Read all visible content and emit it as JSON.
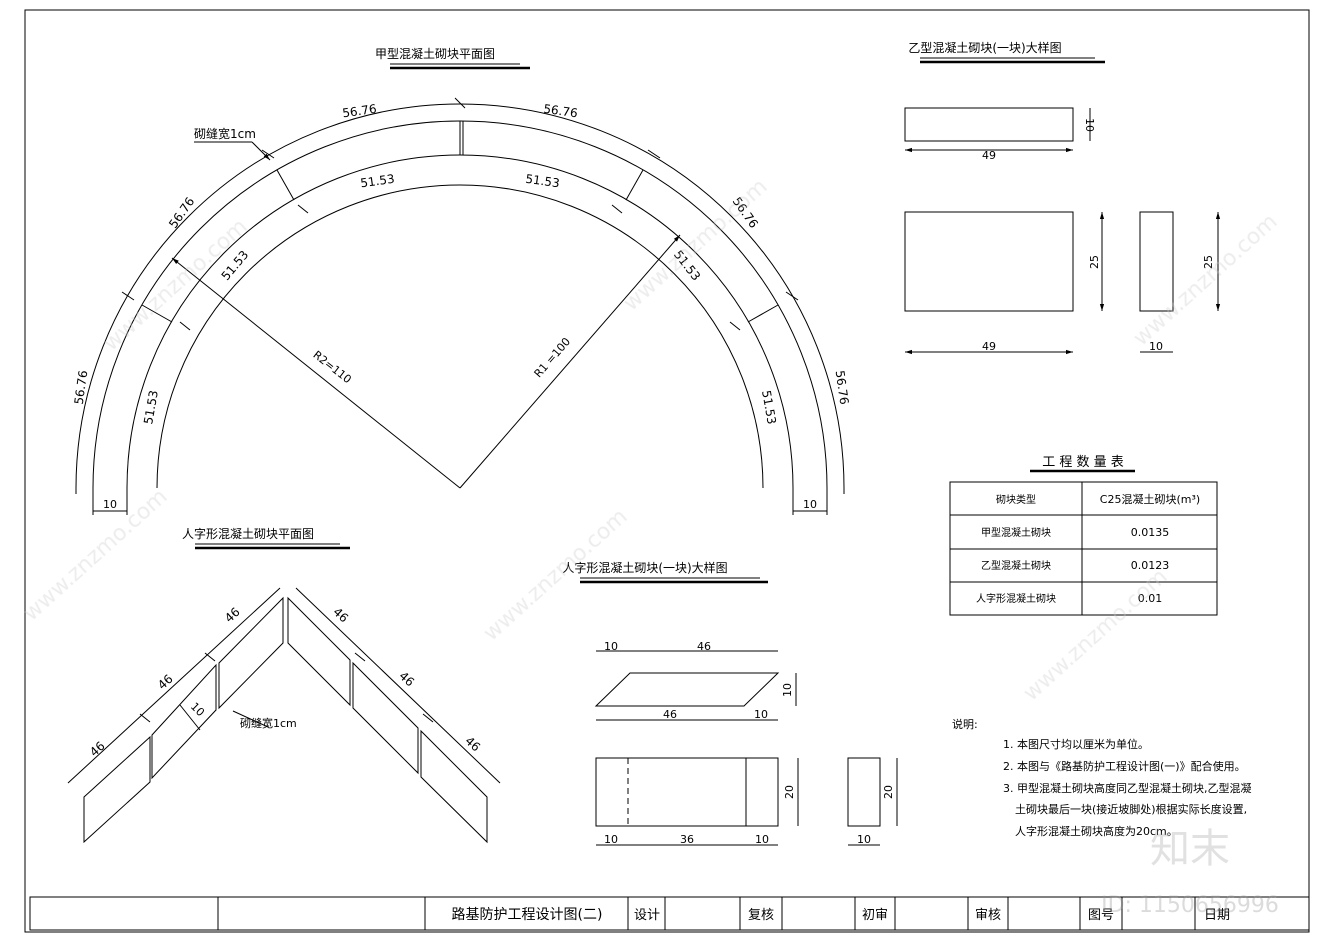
{
  "arch": {
    "title": "甲型混凝土砌块平面图",
    "outer_segment": "56.76",
    "inner_segment": "51.53",
    "r2_label": "R2=110",
    "r1_label": "R1 =100",
    "joint_note": "砌缝宽1cm",
    "width_label": "10"
  },
  "block_b": {
    "title": "乙型混凝土砌块(一块)大样图",
    "top_len": "49",
    "top_h": "10",
    "front_len": "49",
    "front_h": "25",
    "side_h": "25",
    "side_w": "10"
  },
  "chevron": {
    "title": "人字形混凝土砌块平面图",
    "seg": "46",
    "width": "10",
    "joint_note": "砌缝宽1cm"
  },
  "block_c": {
    "title": "人字形混凝土砌块(一块)大样图",
    "top_left": "10",
    "top_right": "46",
    "bottom_mid": "46",
    "bottom_right": "10",
    "height": "10",
    "elev_left": "10",
    "elev_mid": "36",
    "elev_right": "10",
    "elev_h": "20",
    "side_w": "10",
    "side_h": "20"
  },
  "quantity_table": {
    "title": "工 程 数 量 表",
    "col_type": "砌块类型",
    "col_vol": "C25混凝土砌块(m³)",
    "rows": [
      {
        "type": "甲型混凝土砌块",
        "vol": "0.0135"
      },
      {
        "type": "乙型混凝土砌块",
        "vol": "0.0123"
      },
      {
        "type": "人字形混凝土砌块",
        "vol": "0.01"
      }
    ]
  },
  "notes": {
    "heading": "说明:",
    "lines": [
      "1. 本图尺寸均以厘米为单位。",
      "2. 本图与《路基防护工程设计图(一)》配合使用。",
      "3. 甲型混凝土砌块高度同乙型混凝土砌块,乙型混凝",
      "土砌块最后一块(接近坡脚处)根据实际长度设置,",
      "人字形混凝土砌块高度为20cm。"
    ]
  },
  "title_block": {
    "drawing_title": "路基防护工程设计图(二)",
    "design": "设计",
    "review": "复核",
    "initial_check": "初审",
    "audit": "审核",
    "drawing_no": "图号",
    "date": "日期"
  },
  "watermark": {
    "brand": "知末",
    "id": "ID: 1150656996",
    "site": "www.znzmo.com"
  }
}
